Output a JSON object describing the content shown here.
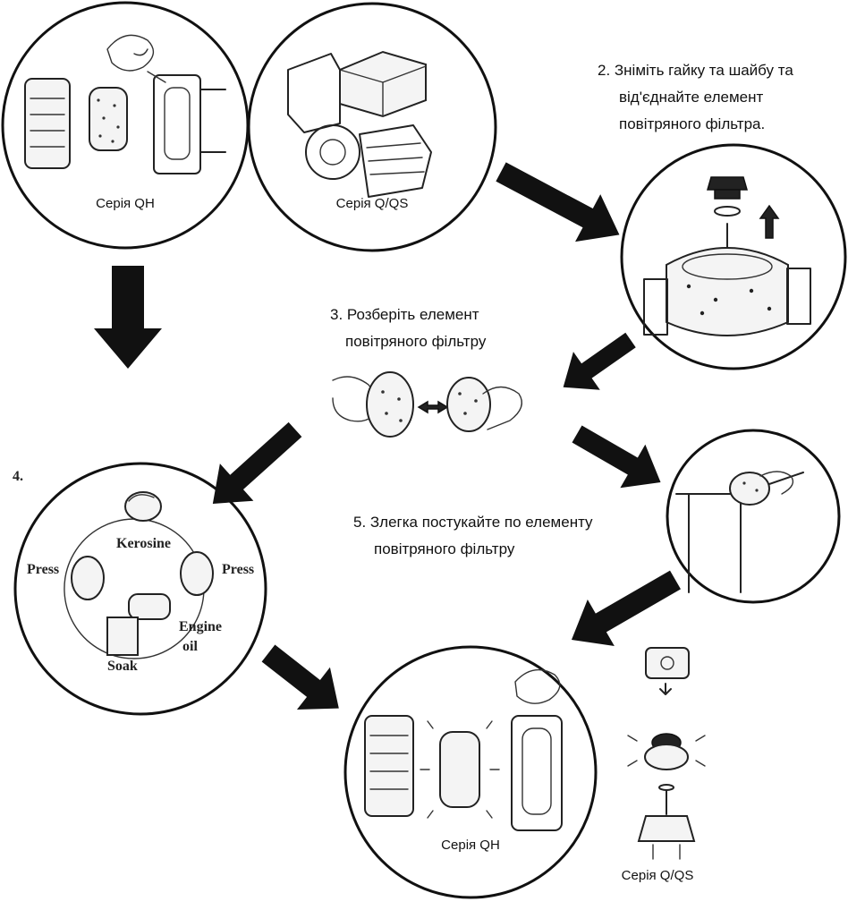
{
  "labels": {
    "circle_qh_top": "Серія QH",
    "circle_qqs_top": "Серія Q/QS",
    "circle_qh_bottom": "Серія QH",
    "qqs_bottom": "Серія Q/QS"
  },
  "steps": {
    "step2_line1": "2. Зніміть гайку та шайбу та",
    "step2_line2": "від'єднайте елемент",
    "step2_line3": "повітряного фільтра.",
    "step3_line1": "3. Розберіть елемент",
    "step3_line2": "повітряного фільтру",
    "step4_number": "4.",
    "step5_line1": "5. Злегка постукайте по елементу",
    "step5_line2": "повітряного фільтру"
  },
  "cleaning_cycle": {
    "kerosine": "Kerosine",
    "press_left": "Press",
    "press_right": "Press",
    "engine": "Engine",
    "oil": "oil",
    "soak": "Soak"
  }
}
